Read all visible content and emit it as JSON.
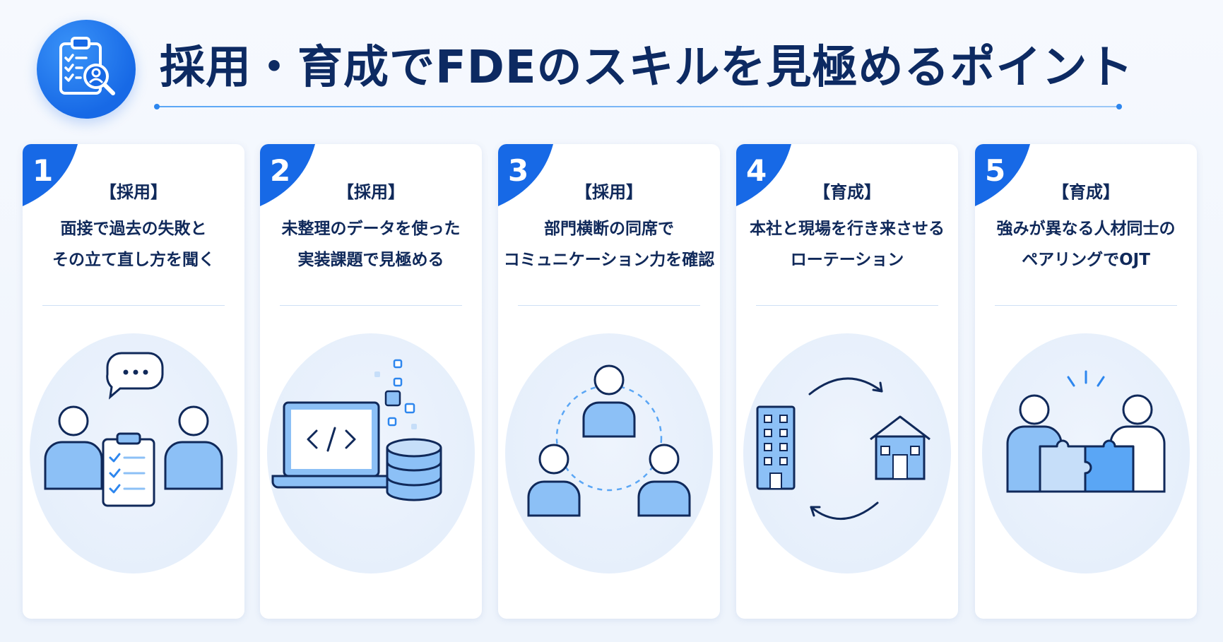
{
  "header": {
    "title": "採用・育成でFDEのスキルを見極めるポイント",
    "icon": "clipboard-search-icon"
  },
  "colors": {
    "accent": "#1769e6",
    "accent_light": "#8cc0f6",
    "title": "#0d2a62",
    "card_bg": "#ffffff",
    "blob_bg": "#e9f1fc"
  },
  "cards": [
    {
      "number": "1",
      "tag": "【採用】",
      "lines": [
        "面接で過去の失敗と",
        "その立て直し方を聞く"
      ],
      "icon": "interview-icon"
    },
    {
      "number": "2",
      "tag": "【採用】",
      "lines": [
        "未整理のデータを使った",
        "実装課題で見極める"
      ],
      "icon": "laptop-data-icon"
    },
    {
      "number": "3",
      "tag": "【採用】",
      "lines": [
        "部門横断の同席で",
        "コミュニケーション力を確認"
      ],
      "icon": "team-network-icon"
    },
    {
      "number": "4",
      "tag": "【育成】",
      "lines": [
        "本社と現場を行き来させる",
        "ローテーション"
      ],
      "icon": "rotation-icon"
    },
    {
      "number": "5",
      "tag": "【育成】",
      "lines": [
        "強みが異なる人材同士の",
        "ペアリングでOJT"
      ],
      "icon": "puzzle-pairing-icon"
    }
  ]
}
